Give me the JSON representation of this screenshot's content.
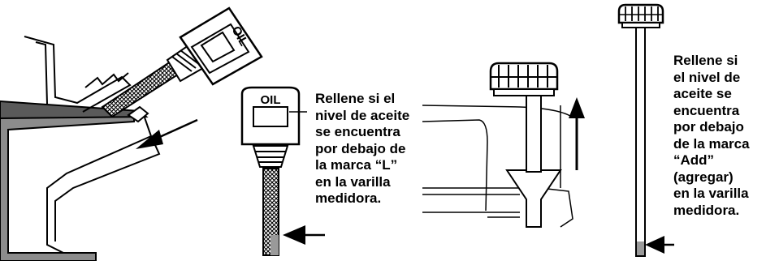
{
  "figure_1": {
    "cap_text": "OIL"
  },
  "figure_2": {
    "cap_text": "OIL",
    "caption_lines": [
      "Rellene si el",
      "nivel de aceite",
      "se encuentra",
      "por debajo de",
      "la marca “L”",
      "en la varilla",
      "medidora."
    ]
  },
  "figure_4": {
    "caption_lines": [
      "Rellene si",
      "el nivel de",
      "aceite se",
      "encuentra",
      "por debajo",
      "de la marca",
      "“Add”",
      "(agregar)",
      "en la varilla",
      "medidora."
    ]
  },
  "colors": {
    "ink": "#000000",
    "shading": "#9a9a9a",
    "light_shading": "#c8c8c8",
    "background": "#ffffff"
  },
  "icons": [
    "dipstick-cap-icon",
    "arrow-icon",
    "engine-housing-icon"
  ]
}
